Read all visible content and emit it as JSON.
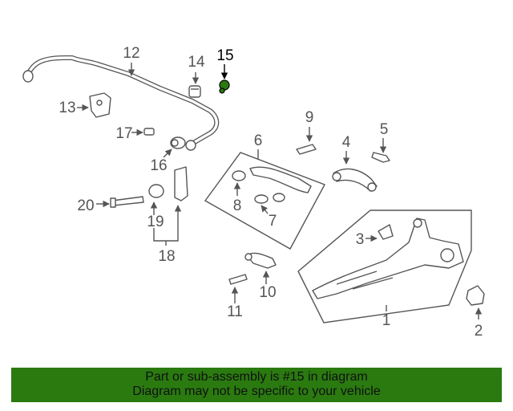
{
  "callouts": {
    "n1": "1",
    "n2": "2",
    "n3": "3",
    "n4": "4",
    "n5": "5",
    "n6": "6",
    "n7": "7",
    "n8": "8",
    "n9": "9",
    "n10": "10",
    "n11": "11",
    "n12": "12",
    "n13": "13",
    "n14": "14",
    "n15": "15",
    "n16": "16",
    "n17": "17",
    "n18": "18",
    "n19": "19",
    "n20": "20"
  },
  "highlighted_part": "15",
  "colors": {
    "highlight": "#2a7a10",
    "line_art": "#555555",
    "banner_bg": "#2a7a10"
  },
  "banner": {
    "line1": "Part or sub-assembly is #15 in diagram",
    "line2": "Diagram may not be specific to your vehicle"
  }
}
